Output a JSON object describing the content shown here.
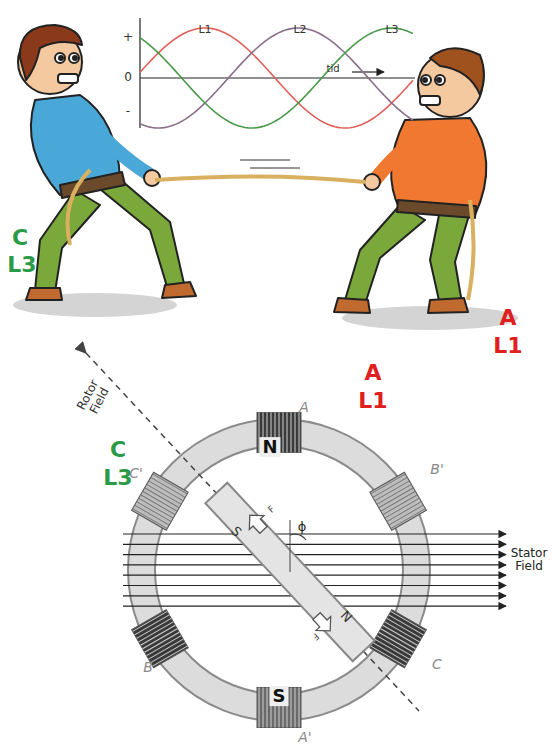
{
  "diagram": {
    "labels": [
      "L1",
      "L2",
      "L3",
      "+",
      "0",
      "-",
      "tid",
      "C",
      "L3",
      "A",
      "L1",
      "A",
      "L1",
      "C",
      "L3",
      "Rotor Field",
      "Stator Field",
      "A",
      "B'",
      "C",
      "A'",
      "B",
      "C'",
      "N",
      "S",
      "S",
      "N",
      "F",
      "F",
      "ϕ"
    ]
  }
}
